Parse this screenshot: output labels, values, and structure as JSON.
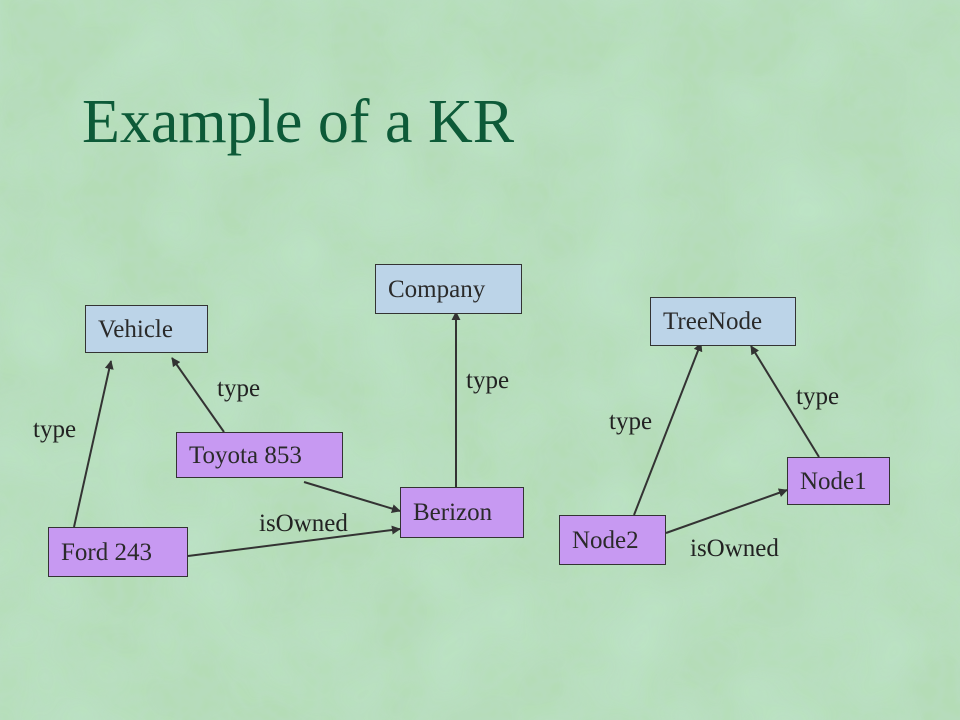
{
  "title": "Example of a KR",
  "nodes": {
    "company": "Company",
    "vehicle": "Vehicle",
    "treenode": "TreeNode",
    "toyota": "Toyota 853",
    "berizon": "Berizon",
    "ford": "Ford 243",
    "node1": "Node1",
    "node2": "Node2"
  },
  "edge_labels": {
    "ford_vehicle": "type",
    "toyota_vehicle": "type",
    "berizon_company": "type",
    "owned_left": "isOwned",
    "node2_treenode": "type",
    "node1_treenode": "type",
    "owned_right": "isOwned"
  },
  "colors": {
    "background": "#a8d8b0",
    "title": "#0d5a38",
    "concept_fill": "#bcd4e8",
    "instance_fill": "#c799f2",
    "edge": "#333333"
  }
}
